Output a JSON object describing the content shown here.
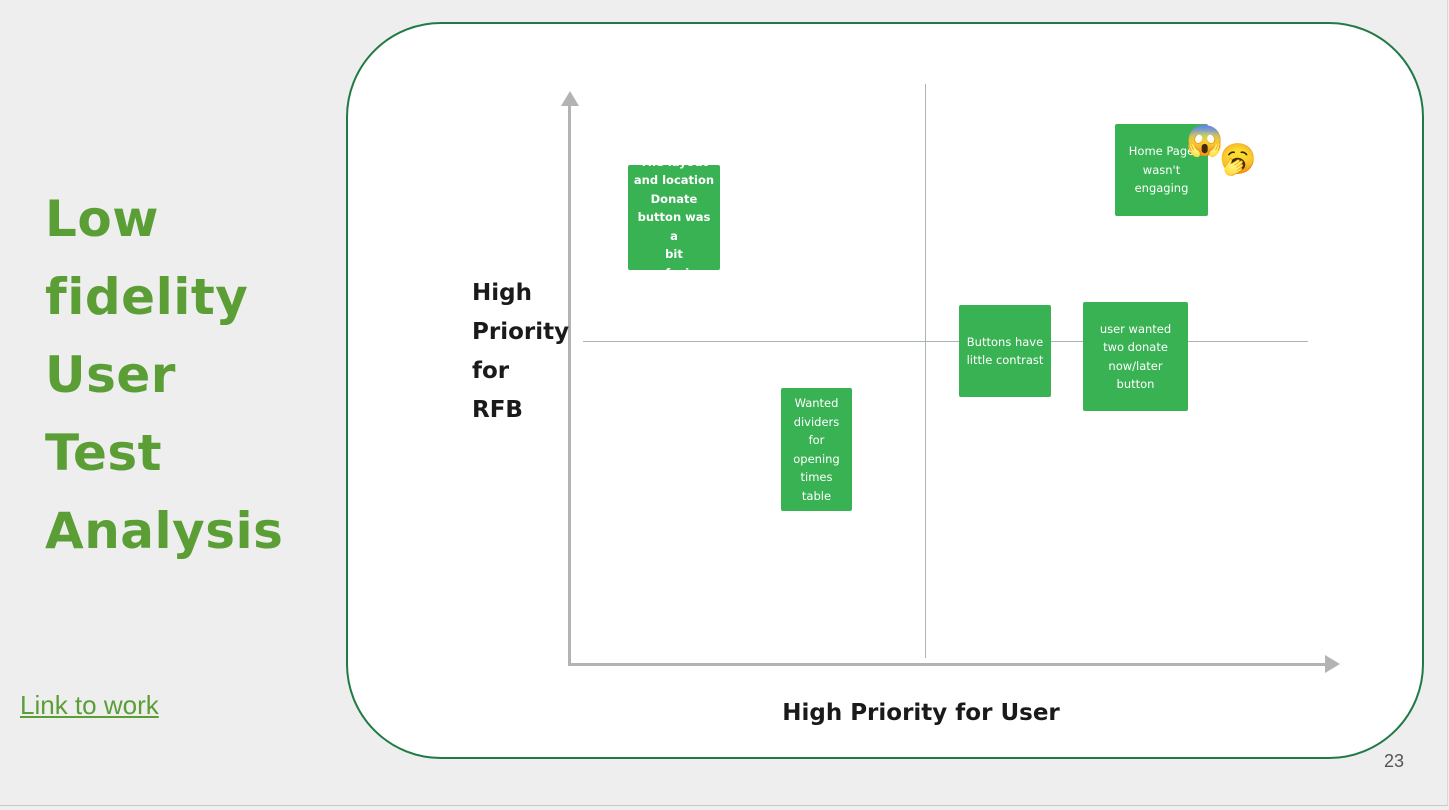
{
  "slide": {
    "title": "Low\nfidelity\nUser\nTest\nAnalysis",
    "link_label": "Link to work",
    "page_number": "23",
    "colors": {
      "title": "#5a9e35",
      "border": "#1f7a45",
      "note": "#39b254"
    }
  },
  "matrix": {
    "y_axis_label": "High\nPriority\nfor\nRFB",
    "x_axis_label": "High Priority for User",
    "notes": [
      {
        "text": "The layout\nand location\nDonate\nbutton was a\nbit confusing",
        "quadrant": "top-left"
      },
      {
        "text": "Wanted\ndividers\nfor\nopening\ntimes\ntable",
        "quadrant": "bottom-left"
      },
      {
        "text": "Buttons have\nlittle contrast",
        "quadrant": "right-center"
      },
      {
        "text": "user wanted\ntwo donate\nnow/later\nbutton",
        "quadrant": "right-center"
      },
      {
        "text": "Home Page\nwasn't\nengaging",
        "quadrant": "top-right"
      }
    ],
    "reactions": [
      {
        "icon": "screaming-face-emoji",
        "glyph": "😱"
      },
      {
        "icon": "yawning-face-emoji",
        "glyph": "🥱"
      }
    ]
  }
}
